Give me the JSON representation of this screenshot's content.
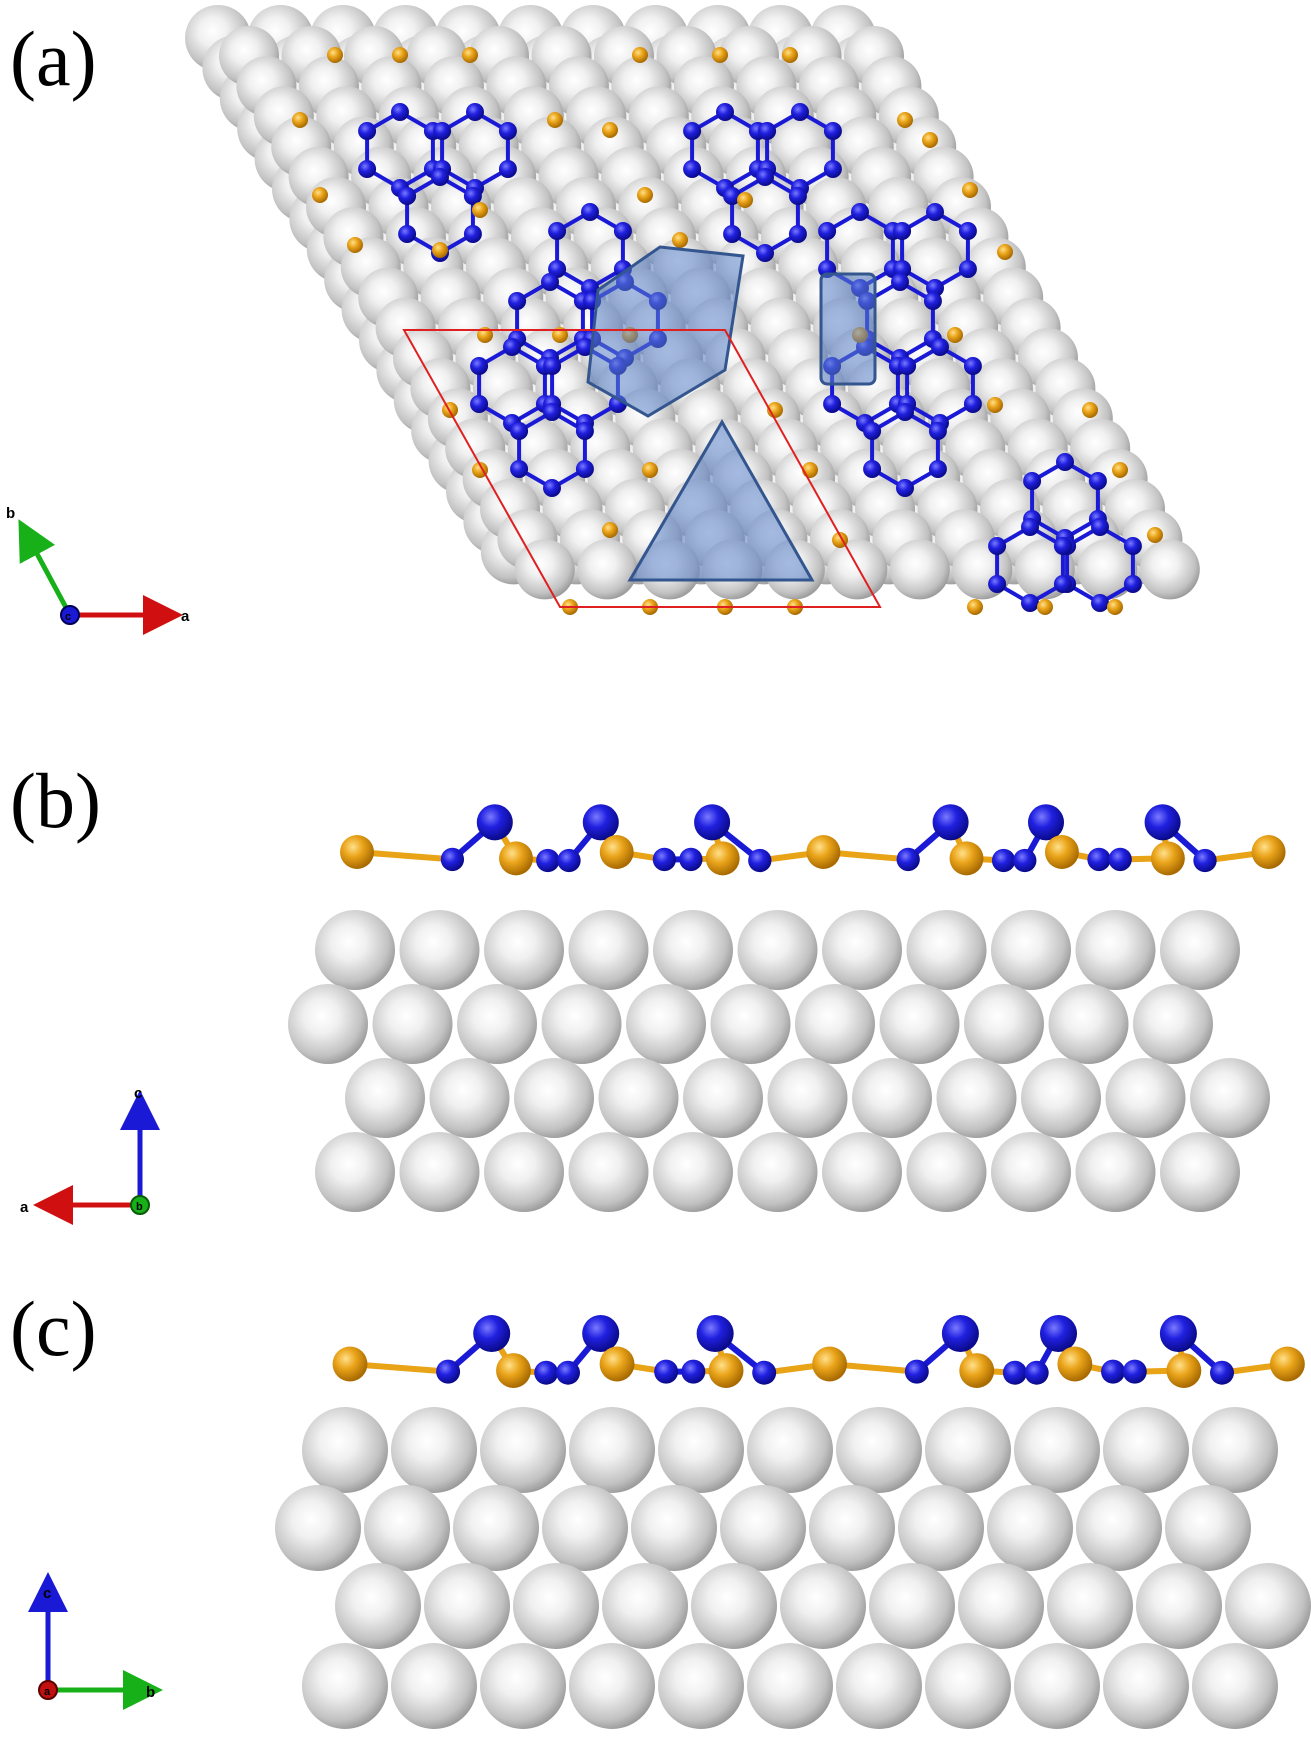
{
  "figure": {
    "panels": [
      {
        "id": "a",
        "label": "(a)",
        "view": "top"
      },
      {
        "id": "b",
        "label": "(b)",
        "view": "side"
      },
      {
        "id": "c",
        "label": "(c)",
        "view": "side"
      }
    ],
    "axes": {
      "a_panel": {
        "horizontal": "a",
        "vertical": "b",
        "out_of_plane": "c"
      },
      "b_panel": {
        "horizontal": "a",
        "vertical": "c",
        "out_of_plane": "b"
      },
      "c_panel": {
        "horizontal": "b",
        "vertical": "c",
        "out_of_plane": "a"
      }
    },
    "colors": {
      "substrate_atom": "#c8c8c8",
      "blue_atom": "#1a1ad6",
      "orange_atom": "#e8a317",
      "unit_cell": "#e02020",
      "highlight_fill": "#5b82c8",
      "axis_a": "#d01010",
      "axis_b": "#18b018",
      "axis_c": "#1a1ad6"
    }
  }
}
